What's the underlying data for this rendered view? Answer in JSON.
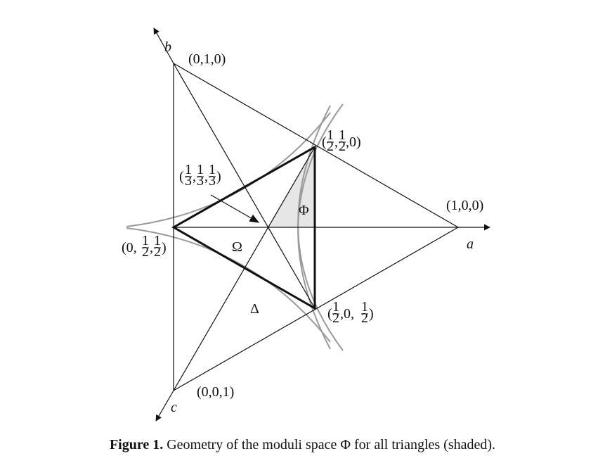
{
  "axes": {
    "a": "a",
    "b": "b",
    "c": "c"
  },
  "vertices": {
    "top": "(0,1,0)",
    "right": "(1,0,0)",
    "bottom": "(0,0,1)"
  },
  "fraction_points": {
    "upper_right": {
      "open": "(",
      "n1": "1",
      "d1": "2",
      "sep1": ",",
      "n2": "1",
      "d2": "2",
      "tail": ",0)"
    },
    "lower_right": {
      "open": "(",
      "n1": "1",
      "d1": "2",
      "mid": ",0,",
      "n2": "1",
      "d2": "2",
      "close": ")"
    },
    "left": {
      "head": "(0,",
      "n1": "1",
      "d1": "2",
      "sep1": ",",
      "n2": "1",
      "d2": "2",
      "close": ")"
    },
    "centroid": {
      "open": "(",
      "n1": "1",
      "d1": "3",
      "sep1": ",",
      "n2": "1",
      "d2": "3",
      "sep2": ",",
      "n3": "1",
      "d3": "3",
      "close": ")"
    }
  },
  "regions": {
    "phi": "Φ",
    "omega": "Ω",
    "delta": "Δ"
  },
  "caption": {
    "label": "Figure 1.",
    "text": "Geometry of the moduli space Φ for all triangles (shaded)."
  },
  "colors": {
    "ink": "#111111",
    "curve": "#9a9a9a",
    "shade": "#e6e6e6"
  }
}
